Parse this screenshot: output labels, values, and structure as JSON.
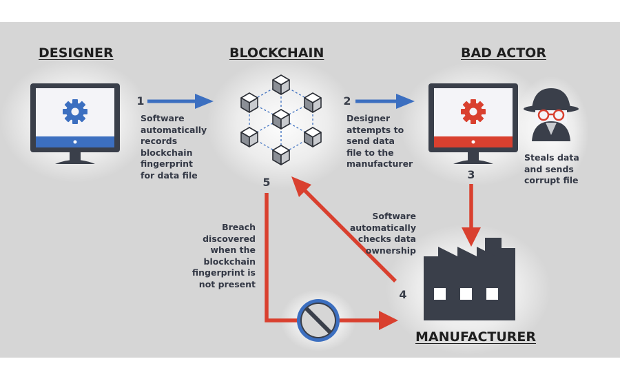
{
  "headings": {
    "designer": "DESIGNER",
    "blockchain": "BLOCKCHAIN",
    "bad_actor": "BAD ACTOR",
    "manufacturer": "MANUFACTURER"
  },
  "steps": {
    "s1": {
      "number": "1",
      "lines": [
        "Software",
        "automatically",
        "records",
        "blockchain",
        "fingerprint",
        "for data file"
      ]
    },
    "s2": {
      "number": "2",
      "lines": [
        "Designer",
        "attempts to",
        "send data",
        "file to the",
        "manufacturer"
      ]
    },
    "s3": {
      "number": "3",
      "lines": [
        "Steals data",
        "and sends",
        "corrupt file"
      ]
    },
    "s4": {
      "number": "4",
      "lines": [
        "Software",
        "automatically",
        "checks data",
        "ownership"
      ]
    },
    "s5": {
      "number": "5",
      "lines": [
        "Breach",
        "discovered",
        "when the",
        "blockchain",
        "fingerprint is",
        "not present"
      ]
    }
  },
  "colors": {
    "panel": "#d6d6d6",
    "blue_arrow": "#3c6fc0",
    "red_arrow": "#d9402f",
    "dark": "#3a3f4a",
    "monitor_screen": "#f4f4f8"
  },
  "icons": [
    "gear-icon",
    "monitor-icon",
    "blockchain-cubes-icon",
    "spy-icon",
    "factory-icon",
    "prohibited-icon"
  ]
}
